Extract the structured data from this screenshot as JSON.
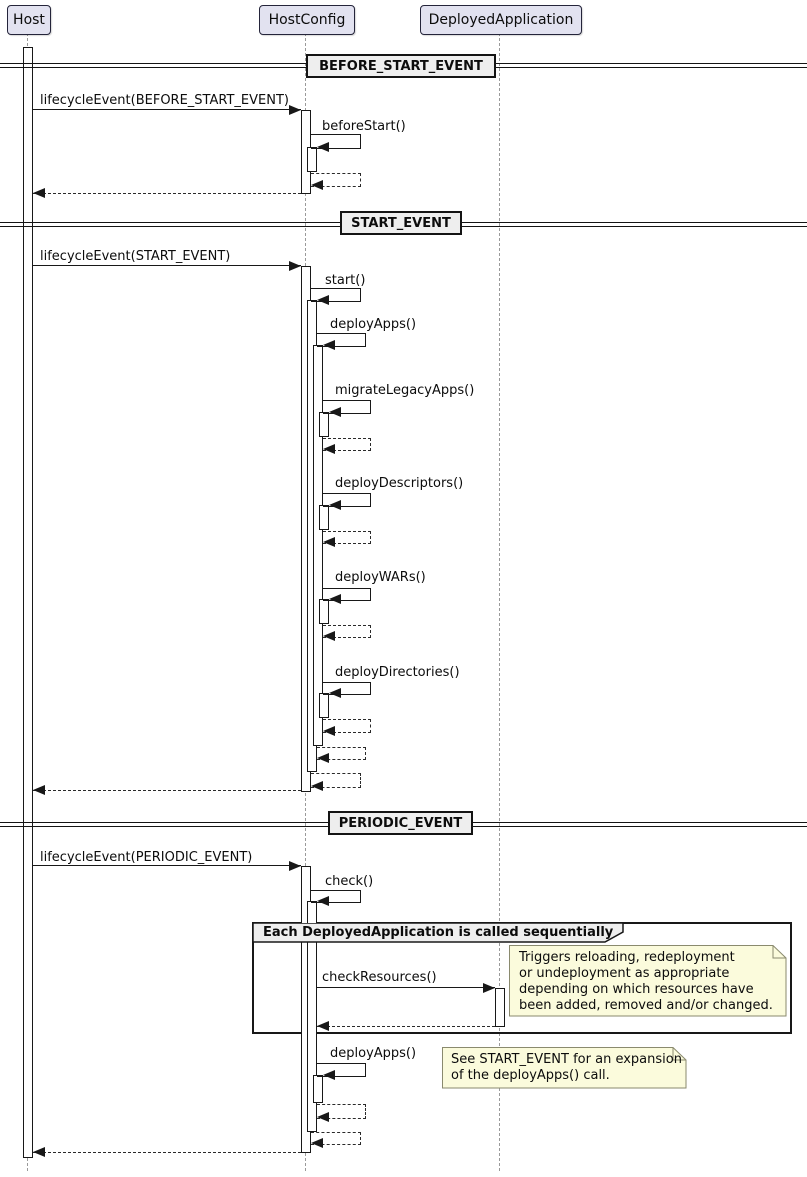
{
  "diagram_type": "uml-sequence-diagram",
  "participants": [
    {
      "name": "Host"
    },
    {
      "name": "HostConfig"
    },
    {
      "name": "DeployedApplication"
    }
  ],
  "dividers": [
    {
      "label": "BEFORE_START_EVENT"
    },
    {
      "label": "START_EVENT"
    },
    {
      "label": "PERIODIC_EVENT"
    }
  ],
  "messages": {
    "before": {
      "lifecycle": "lifecycleEvent(BEFORE_START_EVENT)",
      "beforeStart": "beforeStart()"
    },
    "start": {
      "lifecycle": "lifecycleEvent(START_EVENT)",
      "start": "start()",
      "deployApps": "deployApps()",
      "migrateLegacyApps": "migrateLegacyApps()",
      "deployDescriptors": "deployDescriptors()",
      "deployWARs": "deployWARs()",
      "deployDirectories": "deployDirectories()"
    },
    "periodic": {
      "lifecycle": "lifecycleEvent(PERIODIC_EVENT)",
      "check": "check()",
      "checkResources": "checkResources()",
      "deployApps": "deployApps()"
    }
  },
  "group": {
    "label": "Each DeployedApplication is called sequentially"
  },
  "notes": {
    "check_resources": "Triggers reloading, redeployment\nor undeployment as appropriate\ndepending on which resources have\nbeen added, removed and/or changed.",
    "deploy_apps": "See START_EVENT for an expansion\nof the deployApps() call."
  },
  "colors": {
    "participant_fill": "#E2E2F0",
    "participant_border": "#24243a",
    "note_fill": "#FBFBDC",
    "note_border": "#8a8a6e",
    "divider_fill": "#EEEEEE",
    "group_header_fill": "#EEEEEE",
    "line": "#181818",
    "lifeline": "#9a9a9a",
    "background": "#FFFFFF"
  }
}
